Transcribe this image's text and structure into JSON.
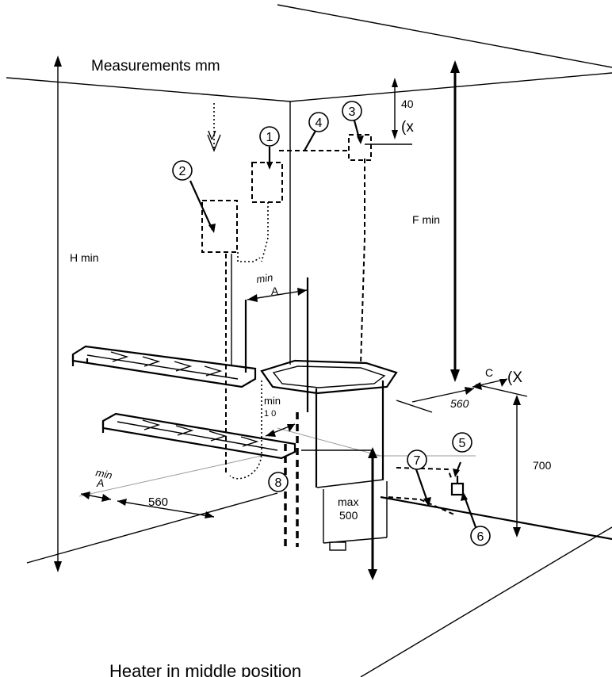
{
  "title": "Measurements mm",
  "caption": "Heater in middle position",
  "dimensions": {
    "h_min": "H min",
    "f_min": "F min",
    "min_a_top_min": "min",
    "min_a_top_a": "A",
    "min_10_min": "min",
    "min_10_value": "1 0",
    "min_a_left_min": "min",
    "min_a_left_a": "A",
    "dim_560_right": "560",
    "dim_560_left": "560",
    "dim_700": "700",
    "max_label": "max",
    "max_value": "500",
    "dim_40": "40",
    "c_label": "C",
    "x_note_top": "(x",
    "x_note_right": "(X",
    "v_mark": "V"
  },
  "callouts": [
    "1",
    "2",
    "3",
    "4",
    "5",
    "6",
    "7",
    "8"
  ]
}
